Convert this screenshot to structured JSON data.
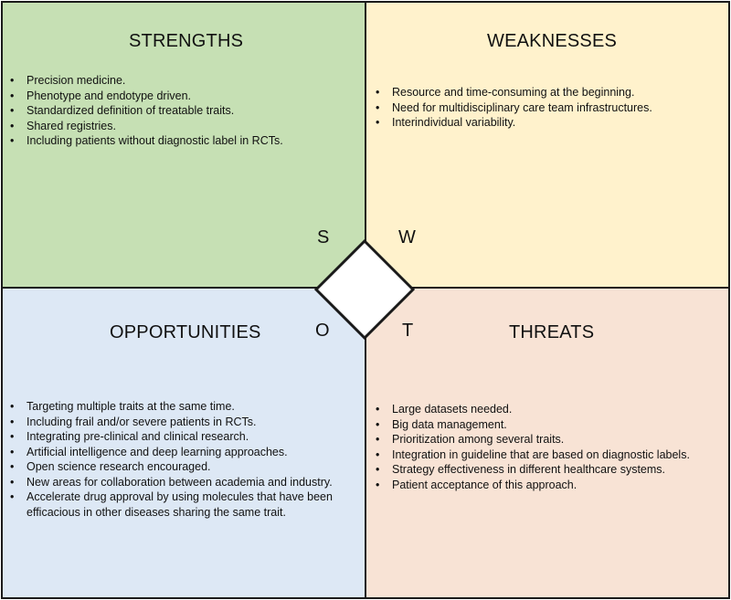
{
  "strengths": {
    "title": "STRENGTHS",
    "letter": "S",
    "items": [
      "Precision medicine.",
      "Phenotype and endotype driven.",
      "Standardized definition of treatable traits.",
      "Shared registries.",
      "Including patients without diagnostic label in RCTs."
    ]
  },
  "weaknesses": {
    "title": "WEAKNESSES",
    "letter": "W",
    "items": [
      "Resource and time-consuming at the beginning.",
      "Need for multidisciplinary care team infrastructures.",
      "Interindividual variability."
    ]
  },
  "opportunities": {
    "title": "OPPORTUNITIES",
    "letter": "O",
    "items": [
      "Targeting multiple traits at the same time.",
      "Including frail and/or severe patients in RCTs.",
      "Integrating pre-clinical and clinical research.",
      "Artificial intelligence and deep learning approaches.",
      "Open science research encouraged.",
      "New areas for collaboration between academia and industry.",
      "Accelerate drug approval by using molecules that have been efficacious in other diseases sharing the same trait."
    ]
  },
  "threats": {
    "title": "THREATS",
    "letter": "T",
    "items": [
      "Large datasets needed.",
      "Big data management.",
      "Prioritization among several traits.",
      "Integration in guideline that are based on diagnostic labels.",
      "Strategy effectiveness in different healthcare systems.",
      "Patient acceptance of this approach."
    ]
  },
  "colors": {
    "strengths": "#c6e0b4",
    "weaknesses": "#fff2cc",
    "opportunities": "#dde8f5",
    "threats": "#f8e3d5",
    "border": "#1a1a1a"
  }
}
